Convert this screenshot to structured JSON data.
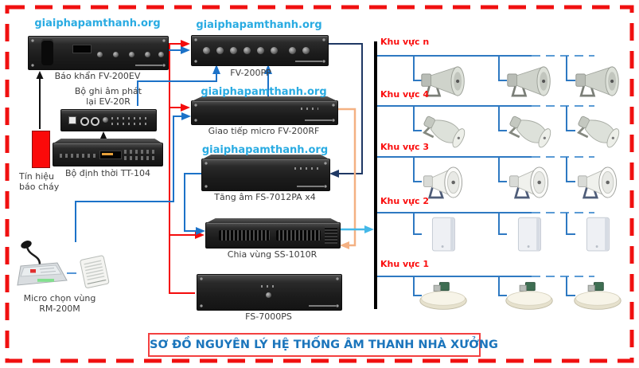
{
  "watermark_text": "giaiphapamthanh.org",
  "title": "SƠ ĐỒ NGUYÊN LÝ HỆ THỐNG ÂM THANH NHÀ XƯỞNG",
  "left_column": {
    "fv200ev_label": "Báo khẩn FV-200EV",
    "ev20r_label_1": "Bộ ghi âm phát",
    "ev20r_label_2": "lại EV-20R",
    "tt104_label": "Bộ định thời TT-104",
    "fire_label_1": "Tín hiệu",
    "fire_label_2": "báo cháy",
    "rm200m_label_1": "Micro chọn vùng",
    "rm200m_label_2": "RM-200M"
  },
  "center_column": {
    "fv200pp_label": "FV-200PP",
    "fv200rf_label": "Giao tiếp micro FV-200RF",
    "fs7012pa_label": "Tăng âm FS-7012PA x4",
    "ss1010r_label": "Chia vùng SS-1010R",
    "fs7000ps_label": "FS-7000PS"
  },
  "zones": [
    {
      "label": "Khu vực n",
      "speaker_type": "horn-speaker"
    },
    {
      "label": "Khu vực 4",
      "speaker_type": "paging-horn-speaker"
    },
    {
      "label": "Khu vực 3",
      "speaker_type": "reflex-horn-speaker"
    },
    {
      "label": "Khu vực 2",
      "speaker_type": "wall-speaker"
    },
    {
      "label": "Khu vực 1",
      "speaker_type": "ceiling-speaker"
    }
  ],
  "colors": {
    "border_red": "#f01010",
    "arrow_red": "#f40b0b",
    "arrow_blue": "#1c72c8",
    "arrow_navy": "#1f3864",
    "arrow_orange": "#f4b183",
    "arrow_cyan": "#44b8e8",
    "zone_line": "#2e79c2",
    "zone_line_dash": "#5b9bd5",
    "watermark": "#29abe2",
    "title_blue": "#1b75bc",
    "fire_red": "#fb0a0a"
  }
}
